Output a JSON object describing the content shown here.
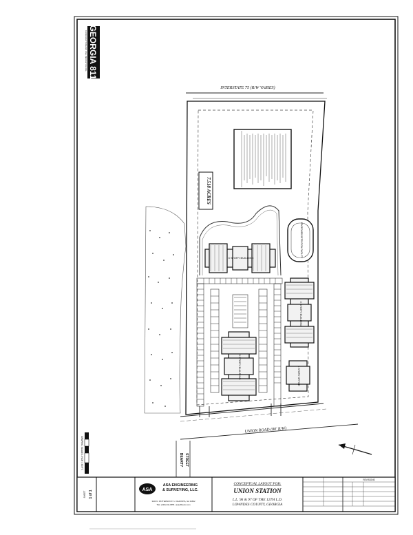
{
  "sheet": {
    "logo_text": "GEORGIA 811",
    "logo_sub": "KNOW WHAT'S BELOW. CALL BEFORE YOU DIG.",
    "top_road": "INTERSTATE 75 (R/W VARIES)",
    "bottom_road": "UNION ROAD (80' R/W)",
    "side_street_1": "BEARTY",
    "side_street_2": "STREET",
    "acreage_label": "7.518 ACRES",
    "building_1_label": "3 STORY BUILDING",
    "building_2_label": "3 STORY BUILDING",
    "building_3_label": "3 STORY BUILDING",
    "office_label": "1 STORY OFFICE",
    "pond_label": "PROPOSED DETENTION FACILITY",
    "graphic_scale_label": "GRAPHIC SCALE   1 INCH = 60 FT."
  },
  "title_block": {
    "firm_line_1": "ASA ENGINEERING",
    "firm_line_2": "& SURVEYING, LLC.",
    "firm_address": "3100 N. PATTERSON ST. • VALDOSTA, GA 31602",
    "firm_phone": "TEL: (229) 244-0555 • asaofficeinc.com",
    "layout_heading": "CONCEPTUAL LAYOUT FOR:",
    "project_name": "UNION STATION",
    "location_line": "L.L. 96 & 97 OF THE 12TH L.D.",
    "county_line": "LOWNDES COUNTY, GEORGIA",
    "sheet_label": "SHEET",
    "sheet_number": "1 of 1",
    "revisions_heading": "REVISIONS"
  }
}
